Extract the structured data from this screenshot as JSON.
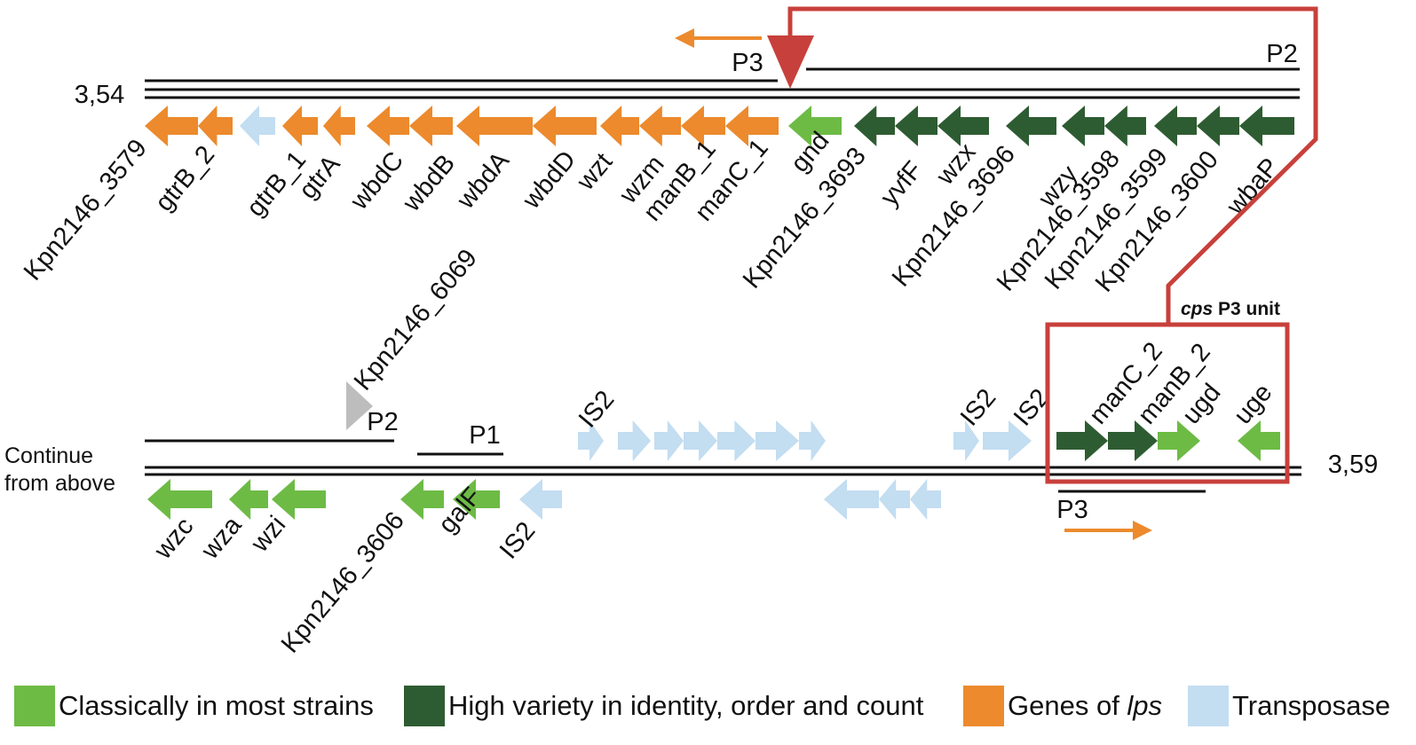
{
  "colors": {
    "classic": "#6dbb45",
    "variable": "#2e5c32",
    "lps": "#ec8a2d",
    "transposase": "#c3ddf1",
    "grey": "#bdbdbd",
    "red": "#c8403b"
  },
  "top_track": {
    "start_label": "3,54",
    "promoters": [
      "P3",
      "P2"
    ],
    "genes": [
      "Kpn2146_3579",
      "gtrB_2",
      "gtrB_1",
      "gtrA",
      "wbdC",
      "wbdB",
      "wbdA",
      "wbdD",
      "wzt",
      "wzm",
      "manB_1",
      "manC_1",
      "gnd",
      "Kpn2146_3693",
      "yvfF",
      "wzx",
      "Kpn2146_3696",
      "wzy",
      "Kpn2146_3598",
      "Kpn2146_3599",
      "Kpn2146_3600",
      "wbaP"
    ]
  },
  "bottom_track": {
    "continue_line1": "Continue",
    "continue_line2": "from above",
    "end_label": "3,59",
    "promoters": [
      "P2",
      "P1",
      "P3"
    ],
    "inserted_gene": "Kpn2146_6069",
    "top_labels": [
      "IS2",
      "IS2",
      "IS2"
    ],
    "unit_genes": [
      "manC_2",
      "manB_2",
      "ugd",
      "uge"
    ],
    "bottom_genes": [
      "wzc",
      "wza",
      "wzi",
      "Kpn2146_3606",
      "galF",
      "IS2"
    ]
  },
  "callout": {
    "italic": "cps",
    "rest": " P3 unit"
  },
  "legend": [
    {
      "text": "Classically in most strains",
      "color": "#6dbb45"
    },
    {
      "text": "High variety in identity, order and count",
      "color": "#2e5c32"
    },
    {
      "text": "Genes of ",
      "italic": "lps",
      "color": "#ec8a2d"
    },
    {
      "text": "Transposase",
      "color": "#c3ddf1"
    }
  ]
}
